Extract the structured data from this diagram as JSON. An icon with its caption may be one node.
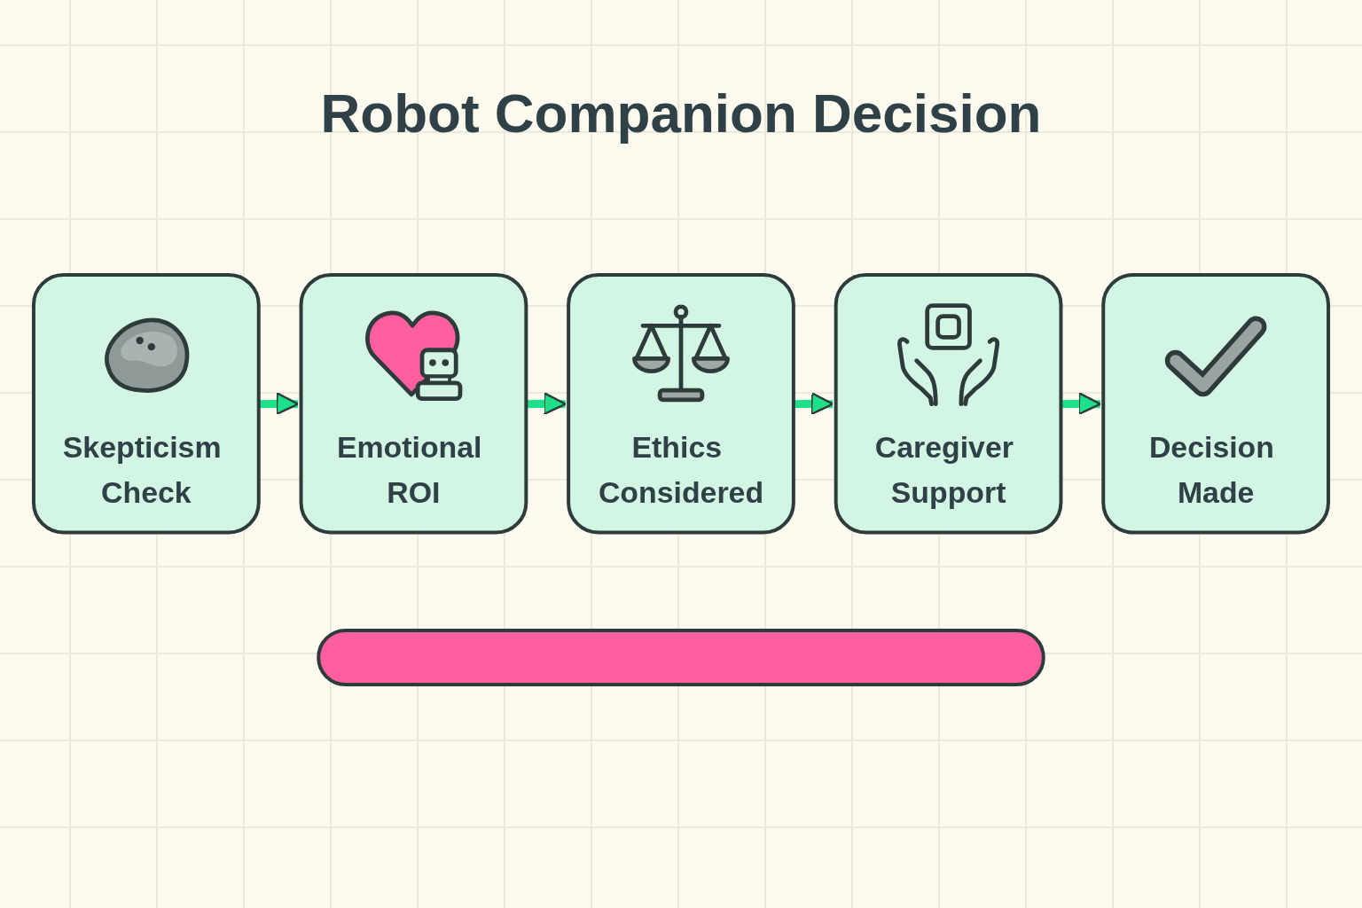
{
  "diagram": {
    "title": "Robot Companion Decision",
    "nodes": [
      {
        "text": [
          "Skepticism Check"
        ]
      },
      {
        "text": [
          "Emotional ROI"
        ]
      },
      {
        "text": [
          "Ethics Considered"
        ]
      },
      {
        "text": [
          "Caregiver Support"
        ]
      },
      {
        "text": [
          "Decision Made"
        ]
      },
      {
        "text": [],
        "shape": "bar"
      }
    ],
    "edges": [
      {
        "from": 0,
        "to": 1,
        "arrow": "to"
      },
      {
        "from": 1,
        "to": 2,
        "arrow": "to"
      },
      {
        "from": 2,
        "to": 3,
        "arrow": "to"
      },
      {
        "from": 3,
        "to": 4,
        "arrow": "to"
      }
    ]
  }
}
